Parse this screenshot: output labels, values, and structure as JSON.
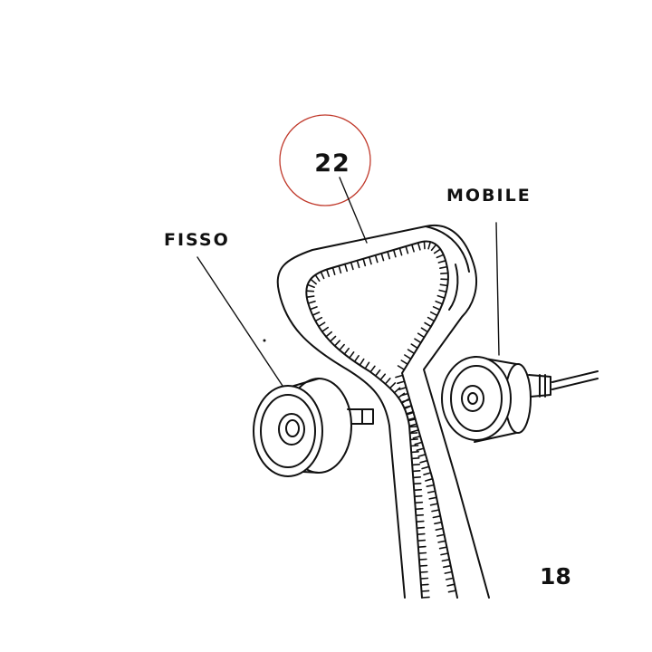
{
  "labels": {
    "fisso": "FISSO",
    "mobile": "MOBILE",
    "callout_number": "22",
    "page_number": "18"
  },
  "colors": {
    "ink": "#111111",
    "callout_circle": "#c0392b",
    "background": "#ffffff"
  }
}
